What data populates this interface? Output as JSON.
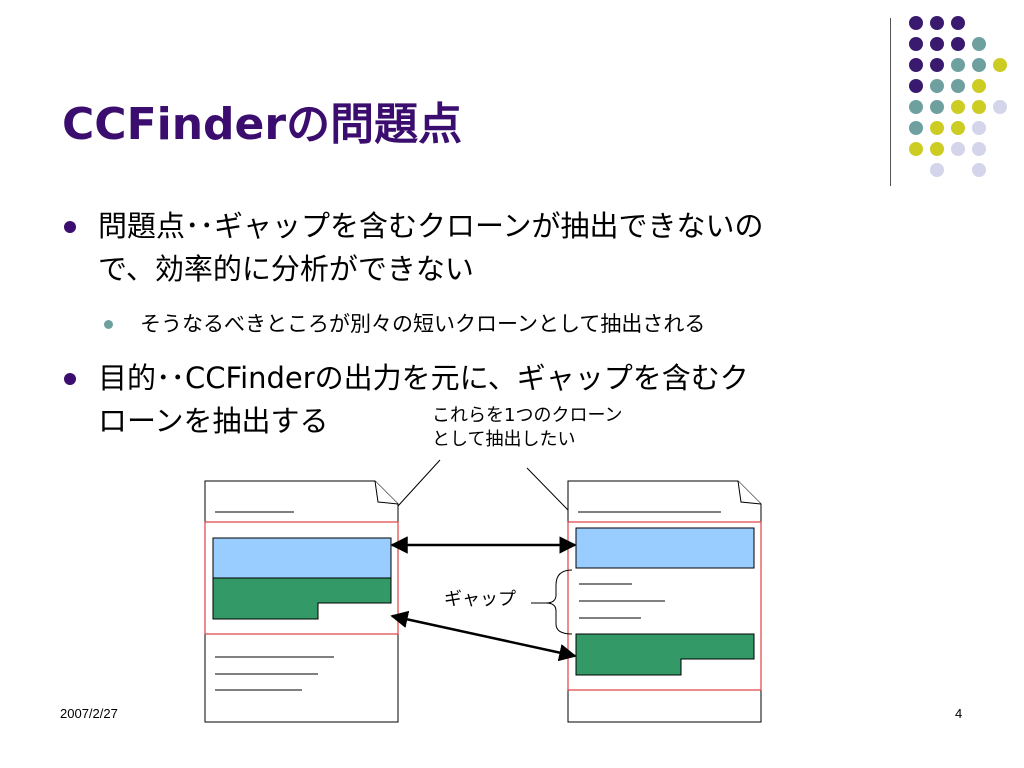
{
  "slide": {
    "title": "CCFinderの問題点",
    "bullets": [
      {
        "lines": [
          "問題点･･ギャップを含むクローンが抽出できないの",
          "で、効率的に分析ができない"
        ],
        "sub": [
          "そうなるべきところが別々の短いクローンとして抽出される"
        ]
      },
      {
        "lines": [
          "目的･･CCFinderの出力を元に、ギャップを含むク",
          "ローンを抽出する"
        ],
        "sub": []
      }
    ],
    "callout": [
      "これらを1つのクローン",
      "として抽出したい"
    ],
    "gap_label": "ギャップ",
    "footer": {
      "date": "2007/2/27",
      "page": "4"
    }
  },
  "colors": {
    "title": "#3a0d6e",
    "bullet": "#3a0d6e",
    "sub_bullet": "#6fa0a0",
    "clone_blue": "#99ccff",
    "clone_green": "#339966",
    "highlight_border": "#e04040",
    "dot_purple": "#3a1a6e",
    "dot_teal": "#6fa0a0",
    "dot_yellow": "#cccc22",
    "dot_lavender": "#d4d4ea"
  },
  "decor_dots": [
    [
      "purple",
      "purple",
      "purple",
      null,
      null
    ],
    [
      "purple",
      "purple",
      "purple",
      "teal",
      null
    ],
    [
      "purple",
      "purple",
      "teal",
      "teal",
      "yellow"
    ],
    [
      "purple",
      "teal",
      "teal",
      "yellow",
      null
    ],
    [
      "teal",
      "teal",
      "yellow",
      "yellow",
      "lavender"
    ],
    [
      "teal",
      "yellow",
      "yellow",
      "lavender",
      null
    ],
    [
      "yellow",
      "yellow",
      "lavender",
      "lavender",
      null
    ],
    [
      null,
      "lavender",
      null,
      "lavender",
      null
    ]
  ]
}
